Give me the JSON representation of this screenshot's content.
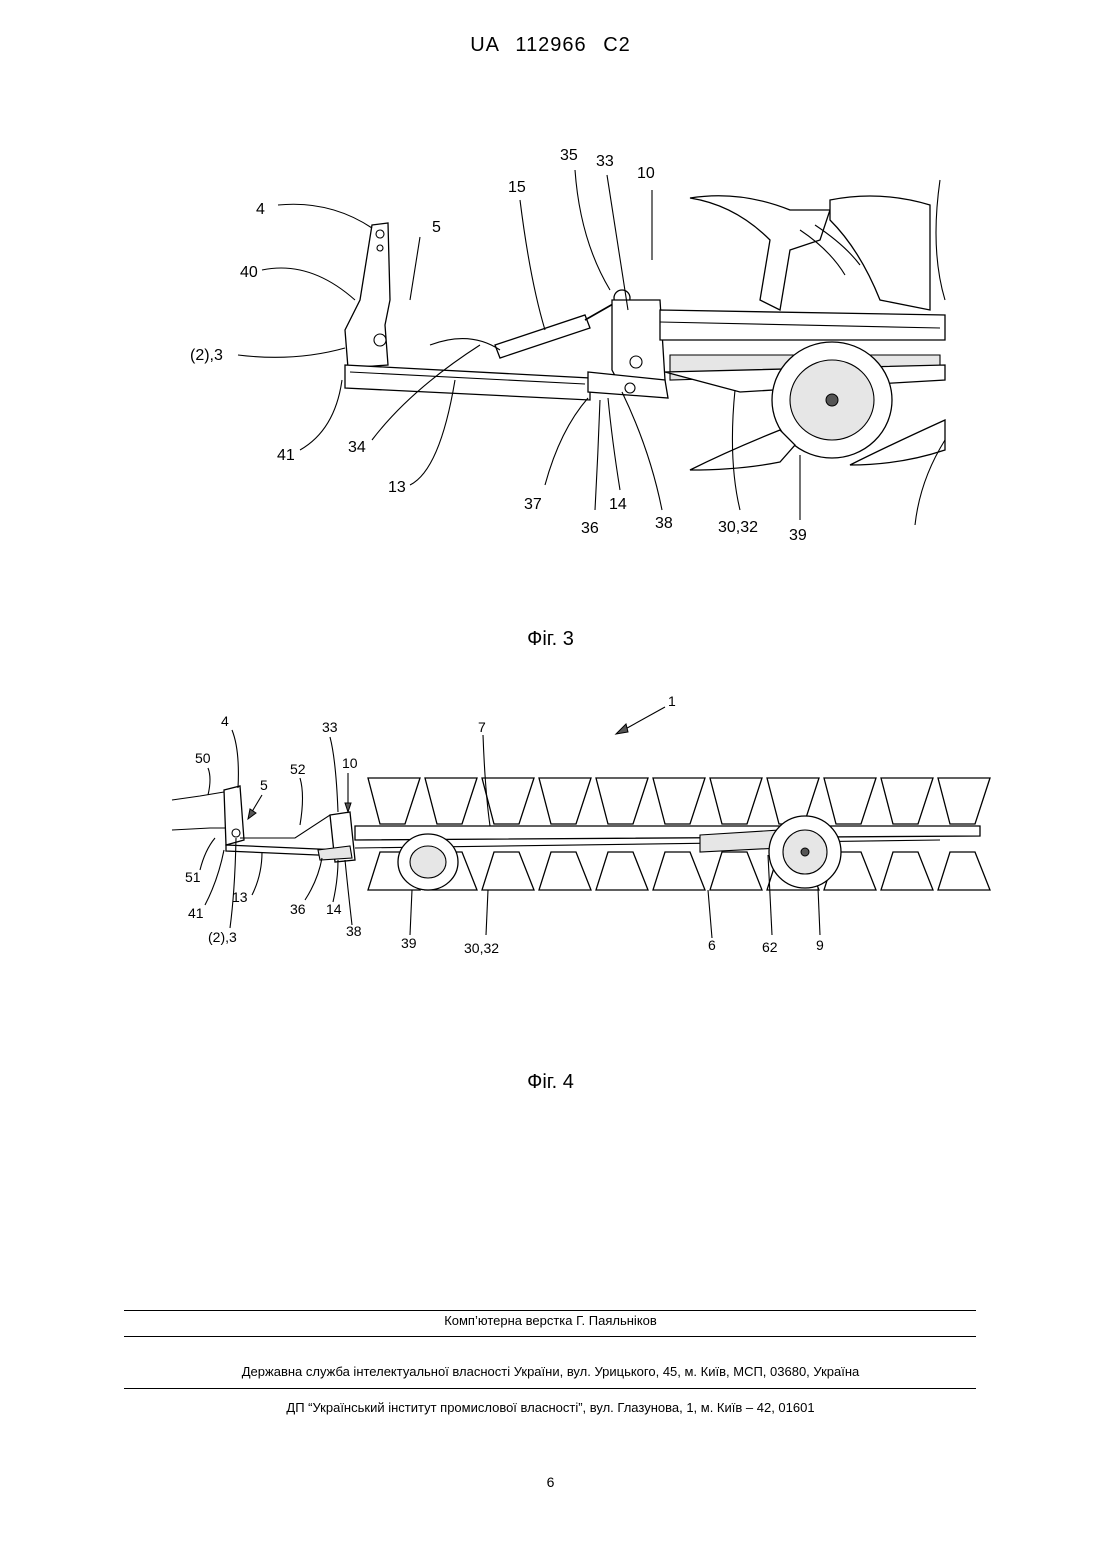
{
  "header": {
    "doc_id": "UA   112966   C2"
  },
  "figure3": {
    "caption": "Фіг. 3",
    "labels": [
      "4",
      "40",
      "5",
      "(2),3",
      "41",
      "34",
      "13",
      "15",
      "35",
      "33",
      "10",
      "37",
      "36",
      "14",
      "38",
      "30,32",
      "39"
    ]
  },
  "figure4": {
    "caption": "Фіг. 4",
    "labels": [
      "1",
      "4",
      "50",
      "5",
      "33",
      "10",
      "52",
      "7",
      "51",
      "41",
      "(2),3",
      "13",
      "36",
      "14",
      "38",
      "39",
      "30,32",
      "6",
      "62",
      "9"
    ]
  },
  "footer": {
    "line1": "Комп’ютерна верстка Г. Паяльніков",
    "line2": "Державна служба інтелектуальної власності України, вул. Урицького, 45, м. Київ, МСП, 03680, Україна",
    "line3": "ДП “Український інститут промислової власності”, вул. Глазунова, 1, м. Київ – 42, 01601"
  },
  "page_number": "6"
}
